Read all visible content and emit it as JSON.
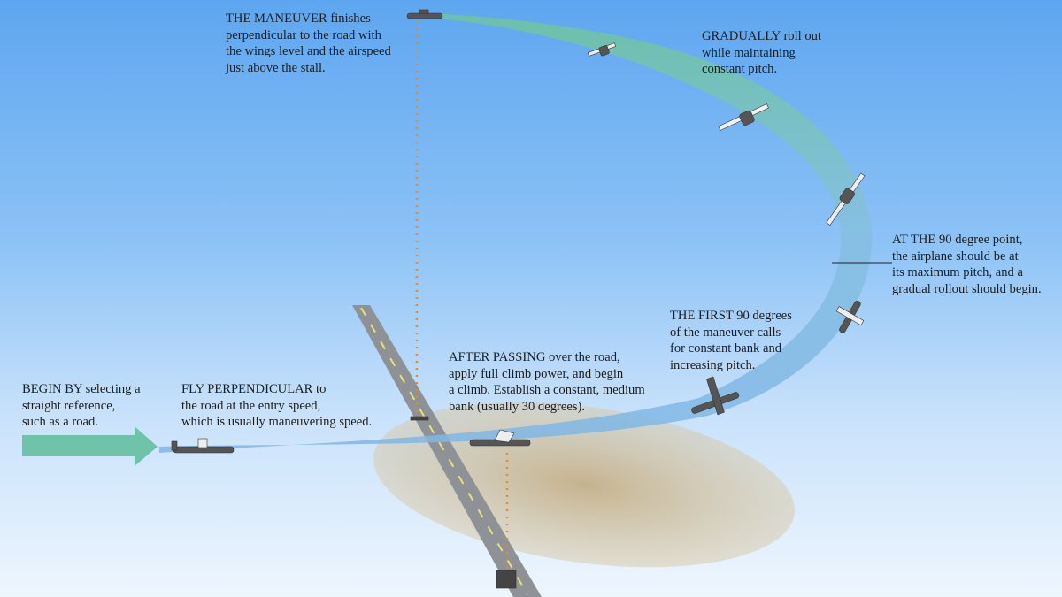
{
  "annotations": {
    "finish": [
      "THE MANEUVER finishes",
      "perpendicular to the road with",
      "the wings level and the airspeed",
      "just above the stall."
    ],
    "rollout": [
      "GRADUALLY roll out",
      "while maintaining",
      "constant pitch."
    ],
    "ninety": [
      "AT THE 90 degree point,",
      "the airplane should be at",
      "its maximum pitch, and a",
      "gradual rollout should begin."
    ],
    "first90": [
      "THE FIRST 90 degrees",
      "of the maneuver calls",
      "for constant bank and",
      "increasing pitch."
    ],
    "after": [
      "AFTER PASSING over the road,",
      "apply full climb power, and begin",
      "a climb. Establish a constant, medium",
      "bank (usually 30 degrees)."
    ],
    "fly": [
      "FLY PERPENDICULAR to",
      "the road at the entry speed,",
      "which is usually maneuvering speed."
    ],
    "begin": [
      "BEGIN BY selecting a",
      "straight reference,",
      "such as a road."
    ]
  },
  "colors": {
    "arrow": "#6fc3a8",
    "ribbon_blue": "#7fb6e6",
    "ribbon_green": "#7ec8a6",
    "dots": "#e08a2e",
    "road": "#8e9296",
    "centerline": "#e8e07a",
    "shadow": "#c9b48a"
  }
}
